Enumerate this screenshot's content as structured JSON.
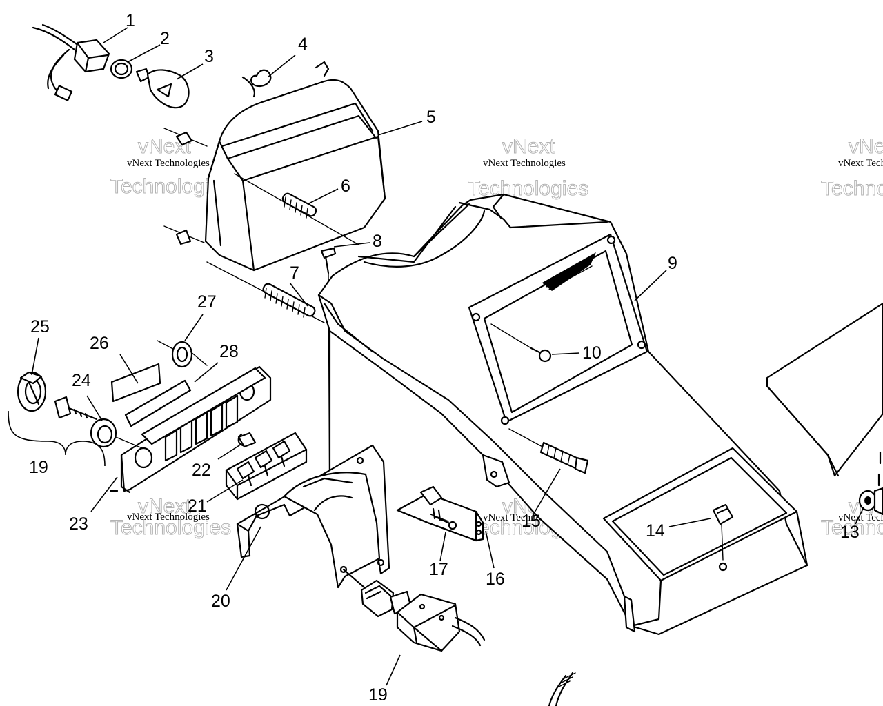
{
  "watermark": {
    "small": "vNext Technologies",
    "top": "vNext",
    "bottom": "Technologies"
  },
  "callouts": [
    "1",
    "2",
    "3",
    "4",
    "5",
    "6",
    "7",
    "8",
    "9",
    "10",
    "13",
    "14",
    "15",
    "16",
    "17",
    "19",
    "19",
    "20",
    "21",
    "22",
    "23",
    "24",
    "25",
    "26",
    "27",
    "28"
  ]
}
